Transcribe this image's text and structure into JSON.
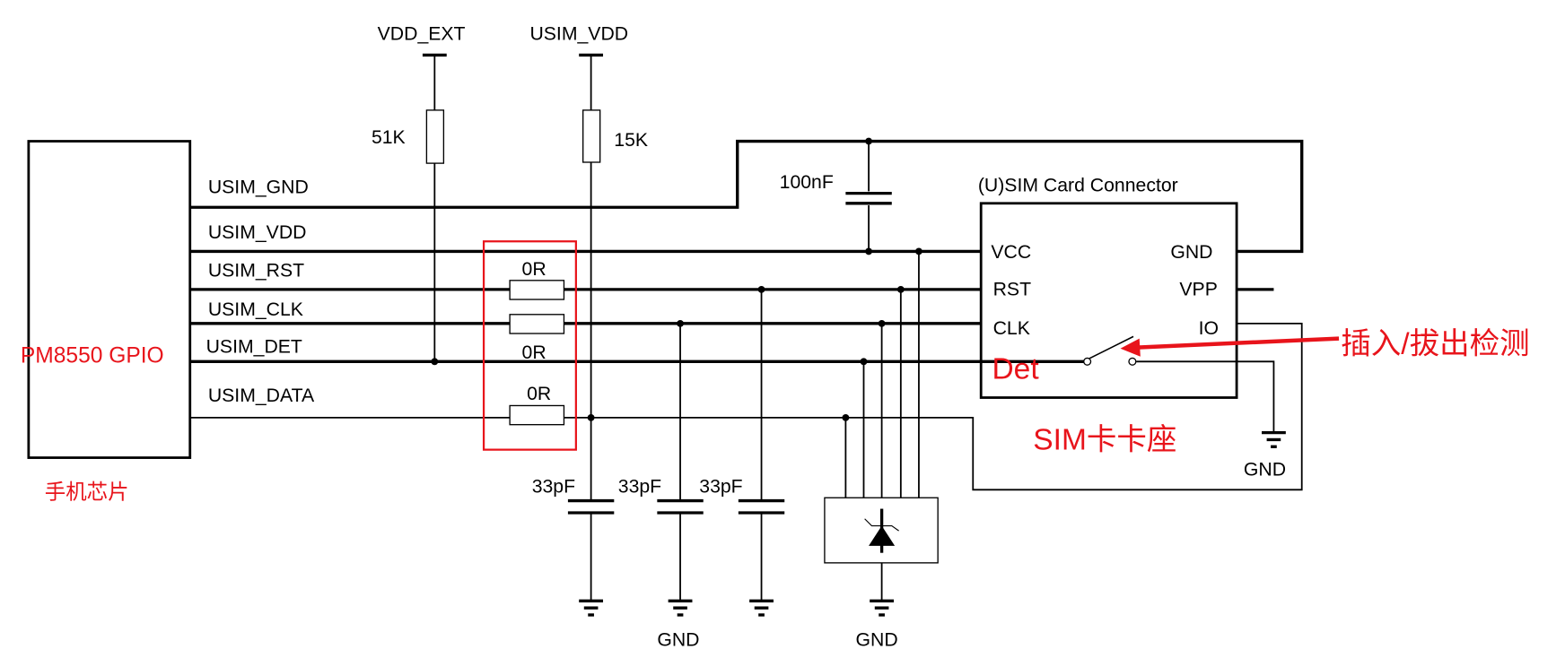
{
  "chip": {
    "label": "PM8550 GPIO",
    "caption": "手机芯片"
  },
  "nets": {
    "gnd": "USIM_GND",
    "vdd": "USIM_VDD",
    "rst": "USIM_RST",
    "clk": "USIM_CLK",
    "det": "USIM_DET",
    "data": "USIM_DATA"
  },
  "supplies": {
    "vdd_ext": "VDD_EXT",
    "usim_vdd": "USIM_VDD"
  },
  "resistors": {
    "pullup_det": "51K",
    "pullup_data": "15K",
    "series_rst": "0R",
    "series_clk": "0R",
    "series_data": "0R"
  },
  "capacitors": {
    "decoupling": "100nF",
    "c_data": "33pF",
    "c_clk": "33pF",
    "c_rst": "33pF"
  },
  "connector": {
    "title": "(U)SIM Card Connector",
    "pins_left": [
      "VCC",
      "RST",
      "CLK"
    ],
    "pins_right": [
      "GND",
      "VPP",
      "IO"
    ],
    "det_label": "Det"
  },
  "annotations": {
    "insert_detect": "插入/拔出检测",
    "sim_socket": "SIM卡卡座"
  },
  "ground_labels": {
    "caps": "GND",
    "tvs": "GND",
    "switch": "GND"
  },
  "colors": {
    "annotation": "#e8141b",
    "wire": "#000000"
  }
}
